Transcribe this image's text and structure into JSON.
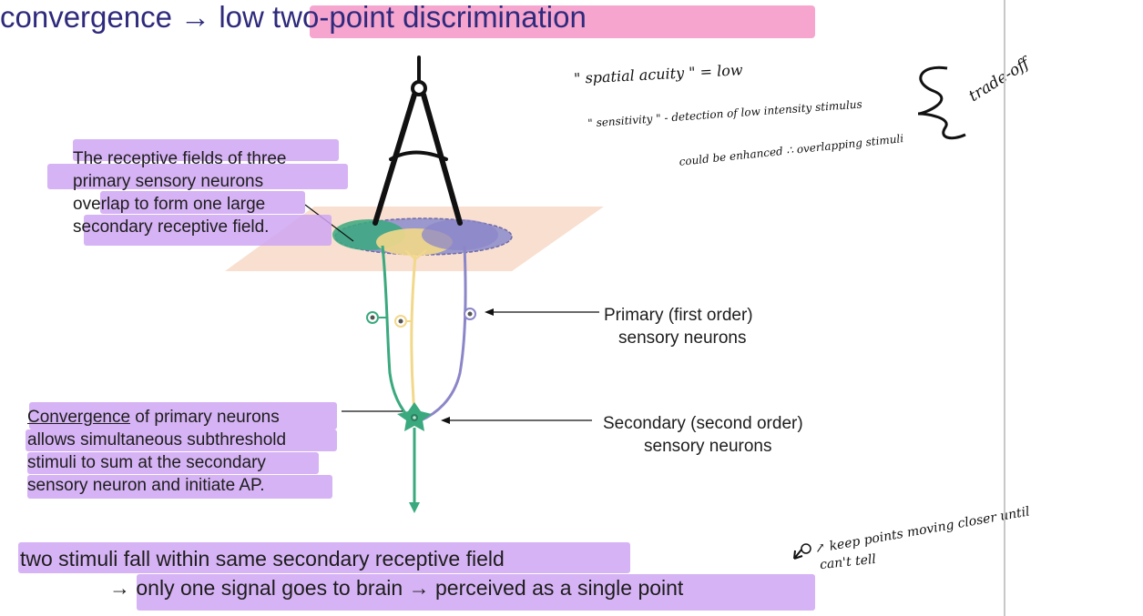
{
  "title": {
    "part1": "convergence →",
    "part2": "low two-point discrimination"
  },
  "labels": {
    "receptive_fields": [
      "The receptive fields of three",
      "primary sensory neurons",
      "overlap to form one large",
      "secondary receptive field."
    ],
    "primary": [
      "Primary (first order)",
      "sensory neurons"
    ],
    "secondary": [
      "Secondary (second order)",
      "sensory neurons"
    ],
    "convergence_word": "Convergence",
    "convergence_rest": " of primary neurons",
    "convergence_lines": [
      "allows simultaneous subthreshold",
      "stimuli to sum at the secondary",
      "sensory neuron and initiate AP."
    ]
  },
  "bottom": {
    "line1": "two stimuli fall within same secondary receptive field",
    "line2": "→ only one signal goes to brain → perceived as a single point"
  },
  "handwriting": {
    "spatial_acuity": "\" spatial acuity \" = low",
    "sensitivity": "\" sensitivity \" - detection of low intensity stimulus",
    "could_be": "could be enhanced ∴ overlapping stimuli",
    "trade_off": "trade-off",
    "keep_points": "↗ keep points moving closer until",
    "cant_tell": "can't tell"
  },
  "colors": {
    "title": "#2e2a7c",
    "highlight_purple": "#cfa6f2",
    "highlight_pink": "#f48fc2",
    "neuron_green": "#3aa97e",
    "neuron_yellow": "#f2d88a",
    "neuron_purple": "#8b86c8",
    "skin_plane": "#f7d9c8"
  }
}
